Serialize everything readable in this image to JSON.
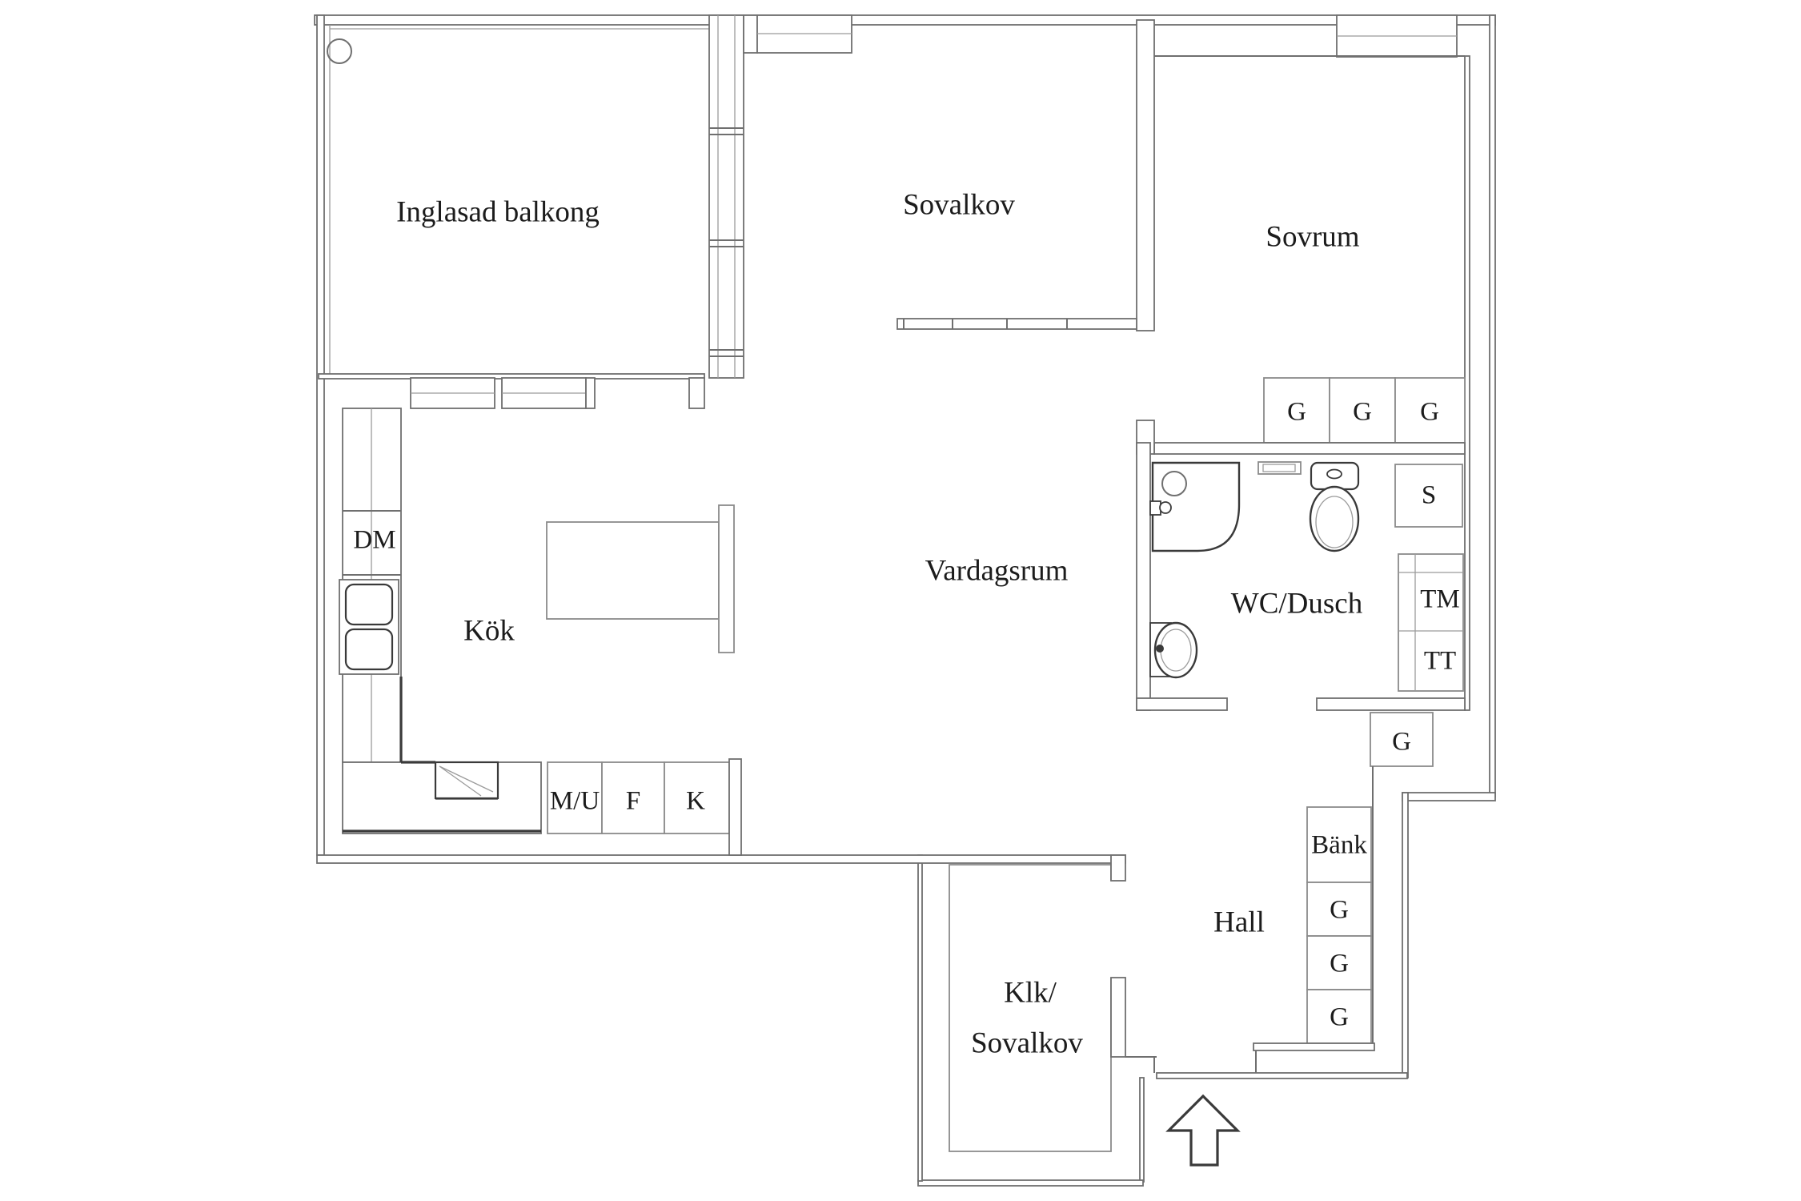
{
  "palette": {
    "background": "#ffffff",
    "wall_line": "#6f6f6f",
    "light_line": "#9b9b9b",
    "cabinet_line": "#8a8a8a",
    "outer_wall_line": "#5a5a5a",
    "fixture_line": "#3a3a3a",
    "text_color": "#1c1c1c"
  },
  "plan": {
    "rooms": {
      "balcony": {
        "label": "Inglasad balkong"
      },
      "sovalkov": {
        "label": "Sovalkov"
      },
      "sovrum": {
        "label": "Sovrum"
      },
      "kok": {
        "label": "Kök"
      },
      "vardagsrum": {
        "label": "Vardagsrum"
      },
      "wc": {
        "label": "WC/Dusch"
      },
      "hall": {
        "label": "Hall"
      },
      "klk": {
        "label_line1": "Klk/",
        "label_line2": "Sovalkov"
      }
    },
    "fixtures": {
      "dm": "DM",
      "mu": "M/U",
      "f": "F",
      "k": "K",
      "sovrum_g1": "G",
      "sovrum_g2": "G",
      "sovrum_g3": "G",
      "s": "S",
      "tm": "TM",
      "tt": "TT",
      "wc_g": "G",
      "bank": "Bänk",
      "hall_g1": "G",
      "hall_g2": "G",
      "hall_g3": "G"
    }
  }
}
